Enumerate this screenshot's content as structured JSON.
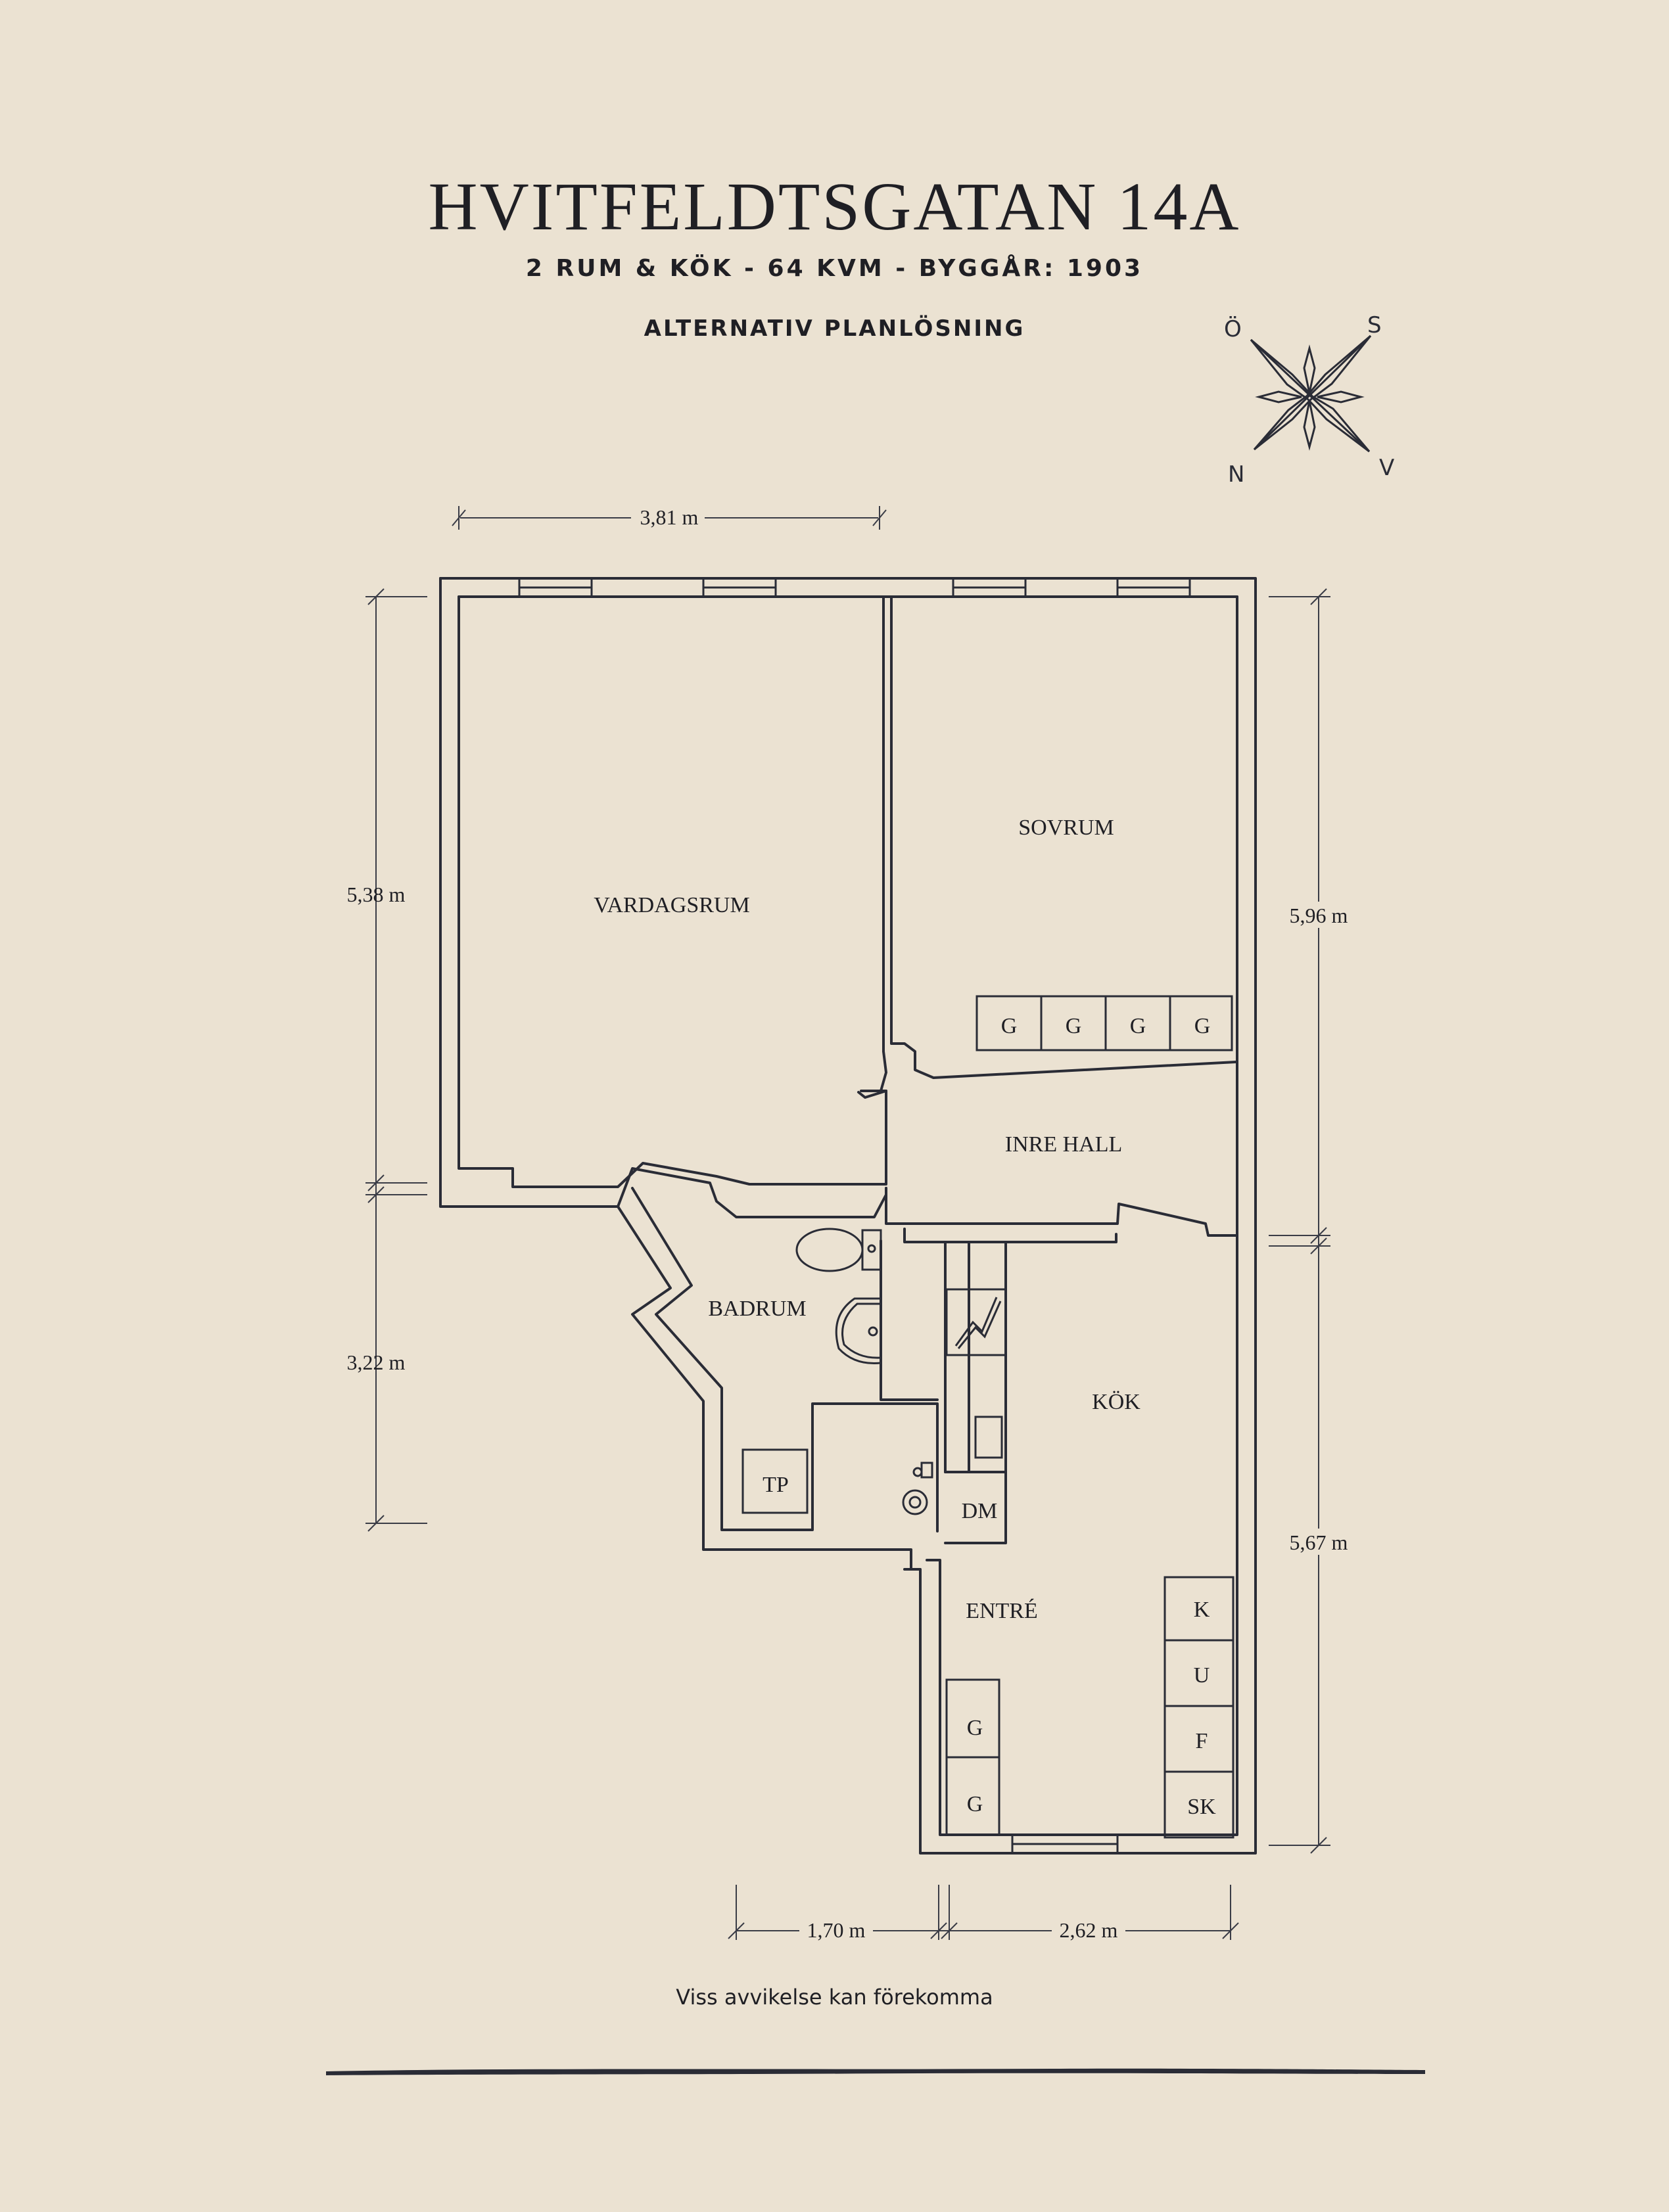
{
  "header": {
    "title": "HVITFELDTSGATAN 14A",
    "subtitle": "2 RUM & KÖK  -  64 KVM  -  BYGGÅR: 1903",
    "variant": "ALTERNATIV PLANLÖSNING"
  },
  "compass": {
    "ne": "S",
    "nw": "Ö",
    "sw": "N",
    "se": "V"
  },
  "rooms": {
    "vardagsrum": "VARDAGSRUM",
    "sovrum": "SOVRUM",
    "inre_hall": "INRE HALL",
    "badrum": "BADRUM",
    "kok": "KÖK",
    "entre": "ENTRÉ"
  },
  "fixtures": {
    "g": "G",
    "tp": "TP",
    "dm": "DM",
    "k": "K",
    "u": "U",
    "f": "F",
    "sk": "SK"
  },
  "dimensions": {
    "top_width": "3,81 m",
    "left_upper": "5,38 m",
    "left_lower": "3,22 m",
    "right_upper": "5,96 m",
    "right_lower": "5,67 m",
    "bottom_left": "1,70 m",
    "bottom_right": "2,62 m"
  },
  "footer": {
    "disclaimer": "Viss avvikelse kan förekomma"
  },
  "colors": {
    "background": "#ebe2d2",
    "ink": "#2a2c36"
  }
}
